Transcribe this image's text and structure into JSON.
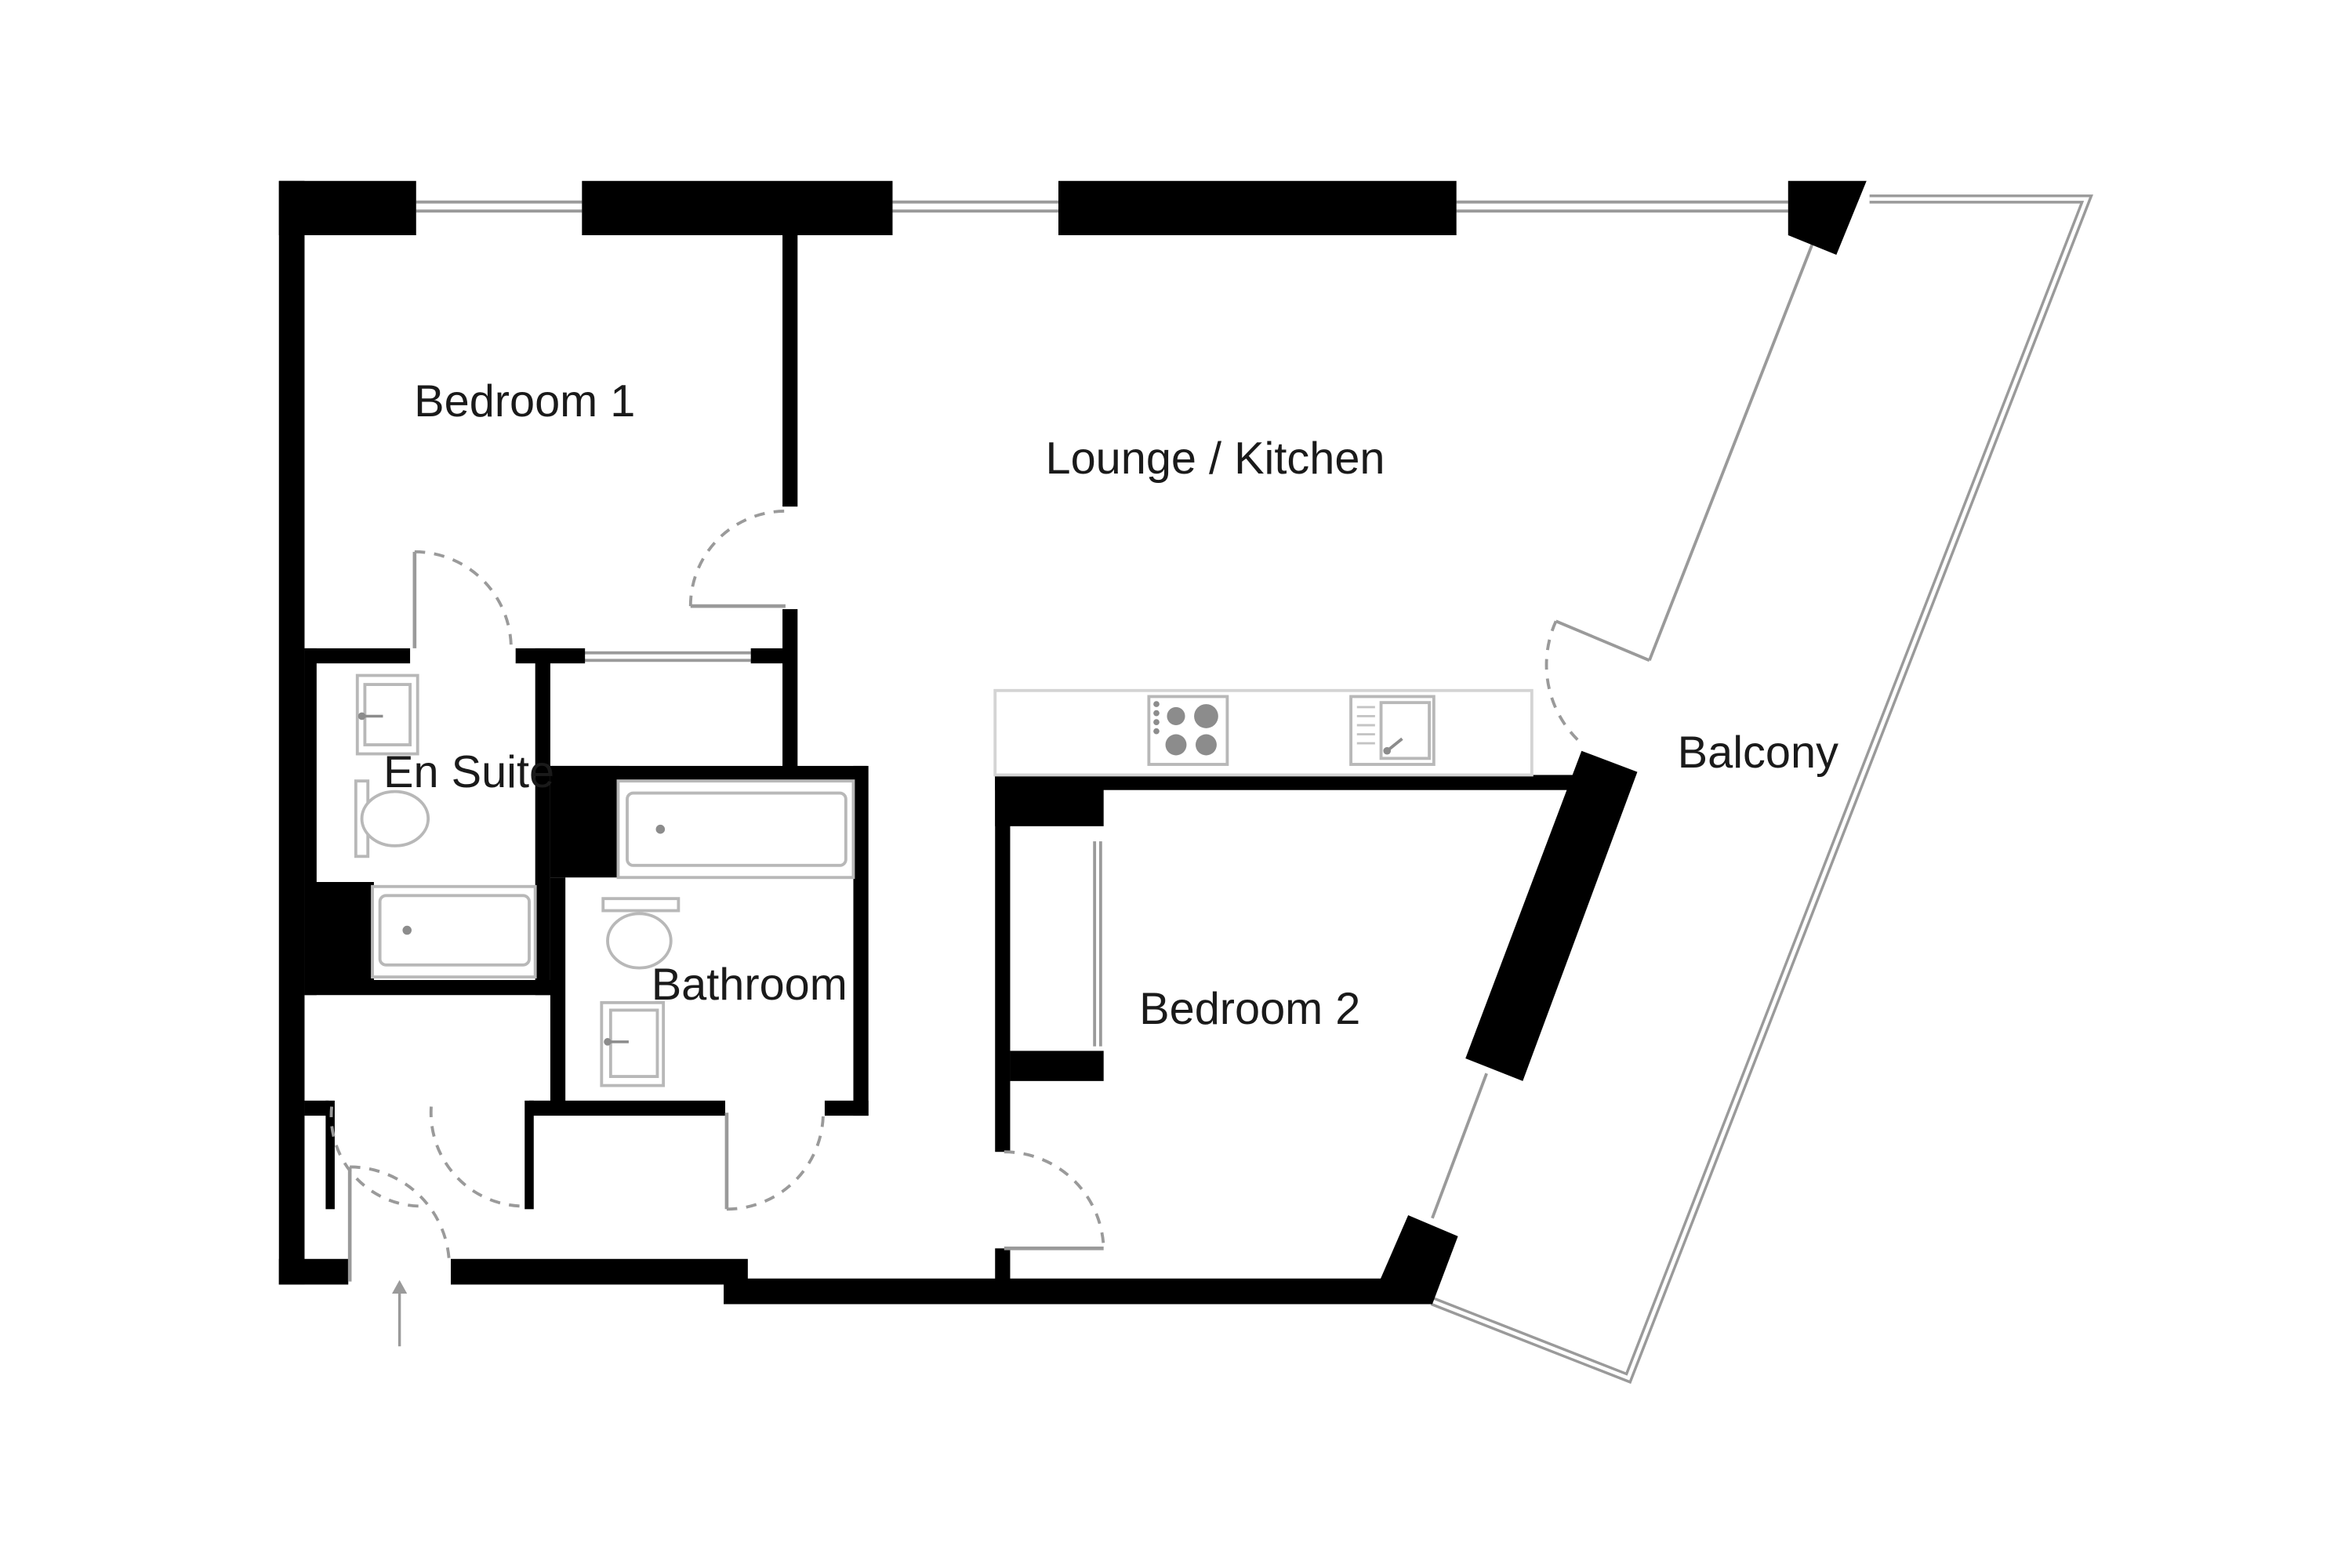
{
  "plan": {
    "rooms": {
      "bedroom_1": "Bedroom 1",
      "lounge_kitchen": "Lounge / Kitchen",
      "en_suite": "En Suite",
      "bathroom": "Bathroom",
      "bedroom_2": "Bedroom 2",
      "balcony": "Balcony"
    },
    "colors": {
      "wall": "#000000",
      "line": "#9a9a9a",
      "text": "#1a1a1a",
      "background": "#ffffff"
    },
    "icons": [
      "entrance-arrow-icon",
      "hob-icon",
      "sink-icon",
      "toilet-icon",
      "bath-icon",
      "basin-icon"
    ]
  }
}
